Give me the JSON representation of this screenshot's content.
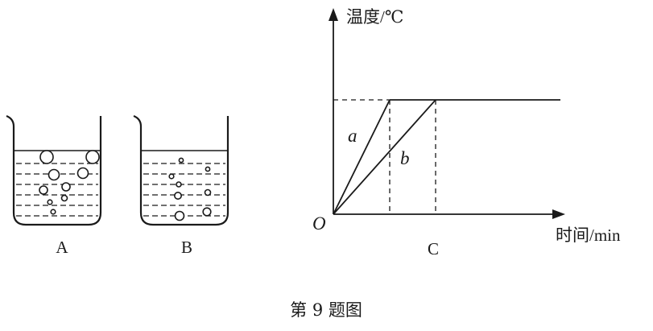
{
  "beakers": [
    {
      "label": "A"
    },
    {
      "label": "B"
    }
  ],
  "graph": {
    "y_axis_label": "温度/℃",
    "x_axis_label": "时间/min",
    "origin_label": "O",
    "line_a_label": "a",
    "line_b_label": "b",
    "panel_label": "C"
  },
  "caption": "第 9 题图",
  "colors": {
    "ink": "#1a1a1a",
    "background": "#ffffff"
  }
}
